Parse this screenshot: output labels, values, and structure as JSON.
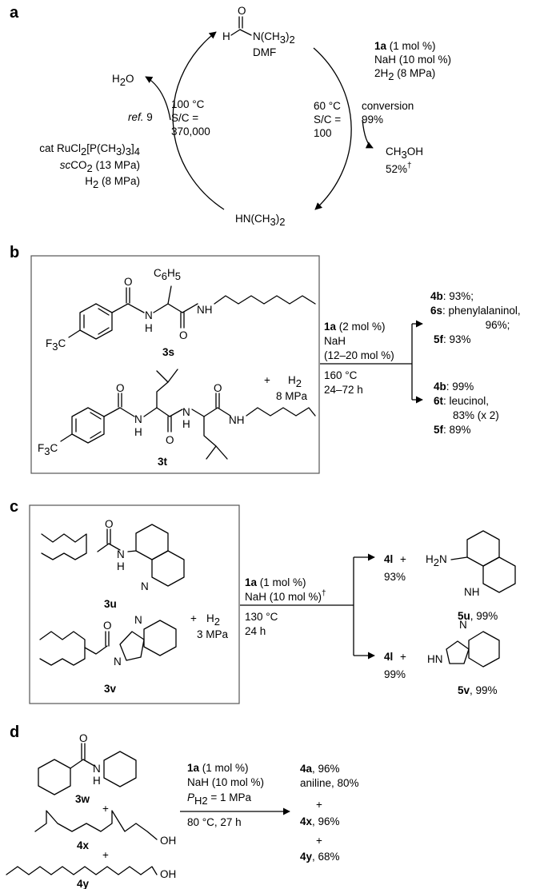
{
  "panels": {
    "a": {
      "label": "a",
      "dmf_name": "DMF",
      "dmf_h": "H",
      "dmf_o": "O",
      "dmf_n": "N(CH",
      "dmf_n_sub": "3",
      "dmf_n_close": ")",
      "dmf_n_sub2": "2",
      "cond_right_1_bold": "1a",
      "cond_right_1": " (1 mol %)",
      "cond_right_2": "NaH (10 mol %)",
      "cond_right_3": "2H",
      "cond_right_3_sub": "2",
      "cond_right_3_rest": " (8 MPa)",
      "inner_right_1": "60 °C",
      "inner_right_2": "S/C =",
      "inner_right_3": "100",
      "conversion_1": "conversion",
      "conversion_2": "99%",
      "meoh": "CH",
      "meoh_sub": "3",
      "meoh_rest": "OH",
      "meoh_yield": "52%",
      "meoh_dagger": "†",
      "amine": "HN(CH",
      "amine_sub": "3",
      "amine_close": ")",
      "amine_sub2": "2",
      "water": "H",
      "water_sub": "2",
      "water_rest": "O",
      "ref_italic": "ref.",
      "ref_num": " 9",
      "inner_left_1": "100 °C",
      "inner_left_2": "S/C =",
      "inner_left_3": "370,000",
      "cat_1a": "cat RuCl",
      "cat_1a_sub": "2",
      "cat_1b": "[P(CH",
      "cat_1b_sub": "3",
      "cat_1c": ")",
      "cat_1c_sub": "3",
      "cat_1d": "]",
      "cat_1d_sub": "4",
      "cat_2_italic": "sc",
      "cat_2": "CO",
      "cat_2_sub": "2",
      "cat_2_rest": " (13 MPa)",
      "cat_3": "H",
      "cat_3_sub": "2",
      "cat_3_rest": " (8 MPa)"
    },
    "b": {
      "label": "b",
      "phenyl_c": "C",
      "phenyl_6": "6",
      "phenyl_h": "H",
      "phenyl_5": "5",
      "f3c_s": "F",
      "f3c_s_sub": "3",
      "f3c_s_c": "C",
      "nh_1": "N",
      "nh_1h": "H",
      "nh_2": "NH",
      "o_atom": "O",
      "cmpd_3s": "3s",
      "cmpd_3t": "3t",
      "plus": "+",
      "h2": "H",
      "h2_sub": "2",
      "pressure": "8 MPa",
      "cond_1_bold": "1a",
      "cond_1": " (2 mol %)",
      "cond_2": "NaH",
      "cond_3": "(12–20 mol %)",
      "cond_4": "160 °C",
      "cond_5": "24–72 h",
      "prod_top_1_bold": "4b",
      "prod_top_1": ": 93%;",
      "prod_top_2_bold": "6s",
      "prod_top_2": ": phenylalaninol,",
      "prod_top_3": "96%;",
      "prod_top_4_bold": "5f",
      "prod_top_4": ": 93%",
      "prod_bot_1_bold": "4b",
      "prod_bot_1": ": 99%",
      "prod_bot_2_bold": "6t",
      "prod_bot_2": ": leucinol,",
      "prod_bot_3": "83% (x 2)",
      "prod_bot_4_bold": "5f",
      "prod_bot_4": ": 89%"
    },
    "c": {
      "label": "c",
      "cmpd_3u": "3u",
      "cmpd_3v": "3v",
      "plus": "+",
      "h2": "H",
      "h2_sub": "2",
      "pressure": "3 MPa",
      "cond_1_bold": "1a",
      "cond_1": " (1 mol %)",
      "cond_2": "NaH (10 mol %)",
      "cond_2_dagger": "†",
      "cond_3": "130 °C",
      "cond_4": "24 h",
      "prod_top_bold": "4l",
      "prod_top_plus": "+",
      "prod_top_yield": "93%",
      "h2n": "H",
      "h2n_sub": "2",
      "h2n_n": "N",
      "nh_label": "NH",
      "hn_label": "HN",
      "n_atom": "N",
      "prod_5u_bold": "5u",
      "prod_5u": ", 99%",
      "prod_bot_bold": "4l",
      "prod_bot_plus": "+",
      "prod_bot_yield": "99%",
      "prod_5v_bold": "5v",
      "prod_5v": ", 99%"
    },
    "d": {
      "label": "d",
      "cmpd_3w": "3w",
      "cmpd_4x": "4x",
      "cmpd_4y": "4y",
      "plus": "+",
      "oh": "OH",
      "cond_1_bold": "1a",
      "cond_1": " (1 mol %)",
      "cond_2": "NaH (10 mol %)",
      "cond_3_italic": "P",
      "cond_3_sub": "H2",
      "cond_3": " = 1 MPa",
      "cond_4": "80 °C, 27 h",
      "prod_1_bold": "4a",
      "prod_1": ", 96%",
      "prod_2": "aniline, 80%",
      "prod_3_bold": "4x",
      "prod_3": ", 96%",
      "prod_4_bold": "4y",
      "prod_4": ", 68%"
    }
  }
}
